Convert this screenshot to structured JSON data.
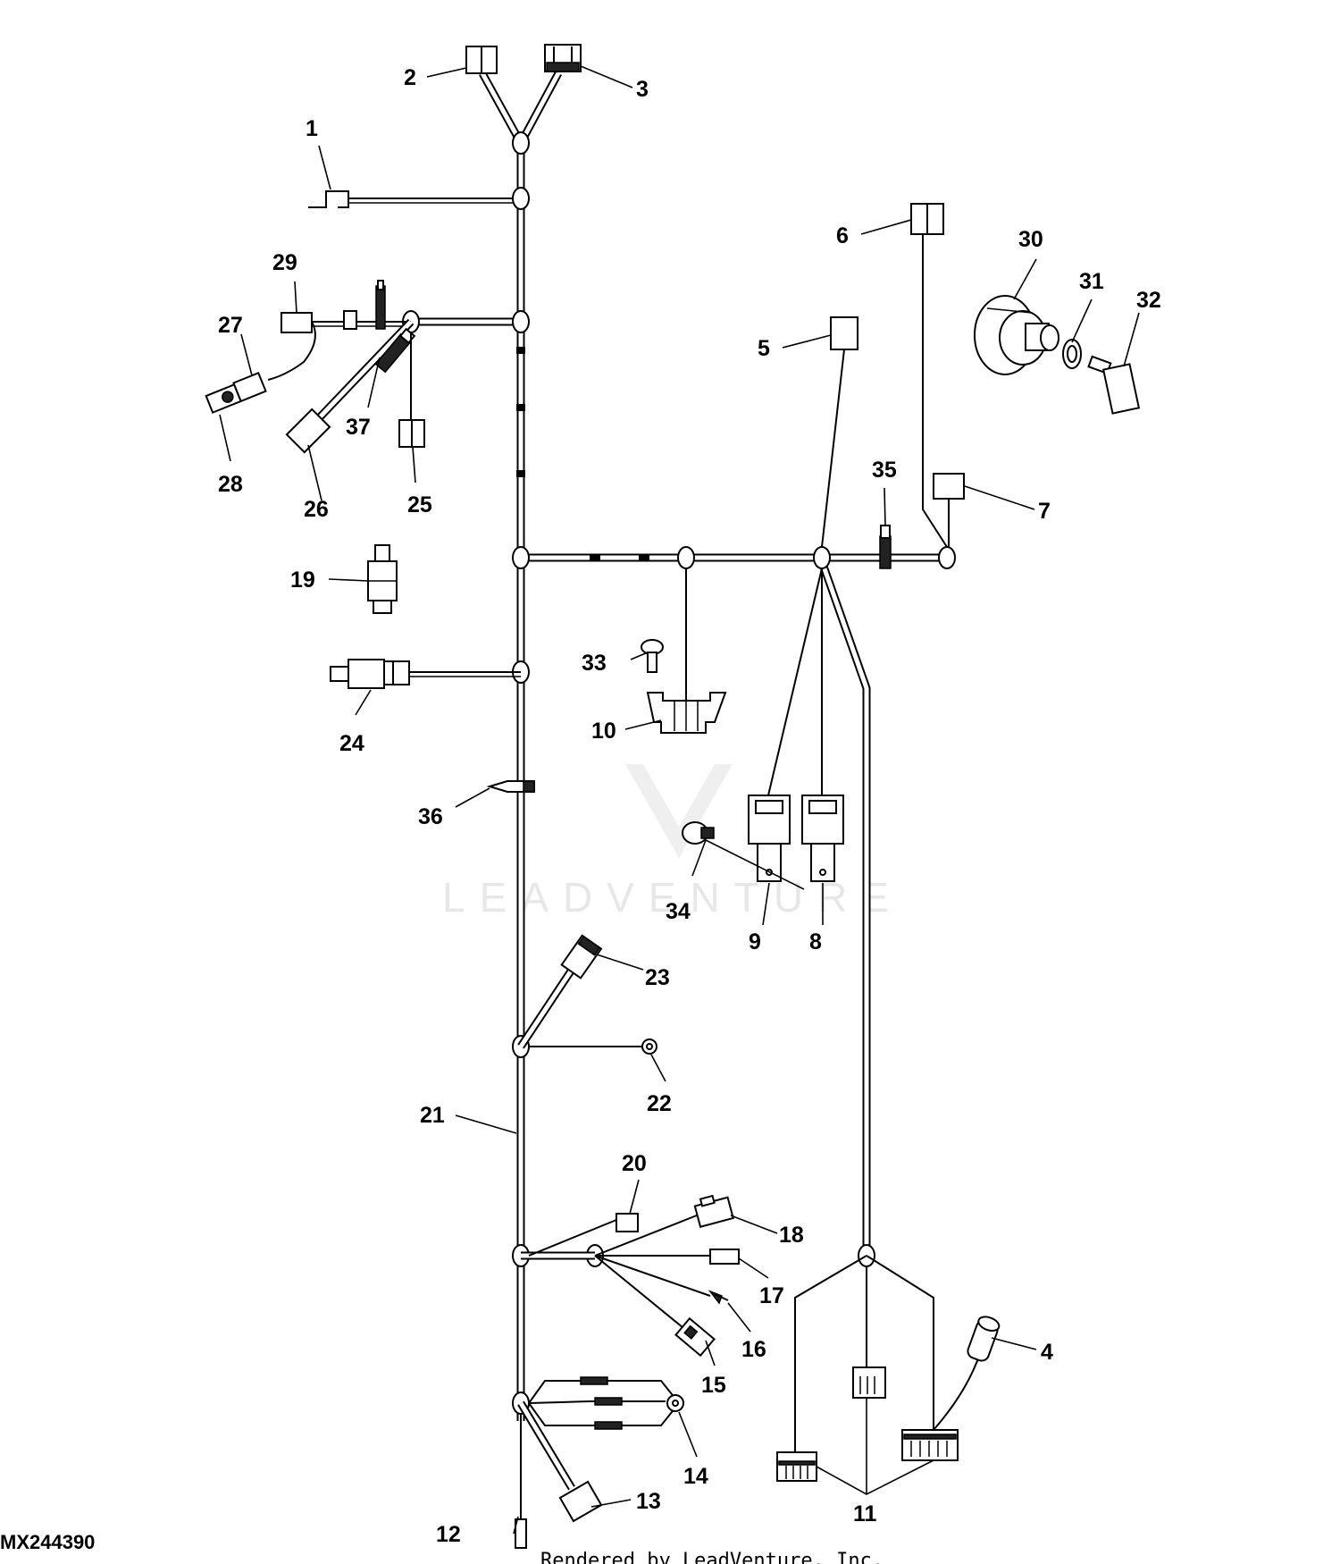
{
  "figure_id": "MX244390",
  "credit": "Rendered by LeadVenture, Inc.",
  "watermark": {
    "text": "LEADVENTURE",
    "logo": "lv-chevron-logo"
  },
  "callouts": [
    "1",
    "2",
    "3",
    "4",
    "5",
    "6",
    "7",
    "8",
    "9",
    "10",
    "11",
    "12",
    "13",
    "14",
    "15",
    "16",
    "17",
    "18",
    "19",
    "20",
    "21",
    "22",
    "23",
    "24",
    "25",
    "26",
    "27",
    "28",
    "29",
    "30",
    "31",
    "32",
    "33",
    "34",
    "35",
    "36",
    "37"
  ],
  "colors": {
    "line": "#000000",
    "background": "#ffffff",
    "watermark": "#d0d0d0"
  }
}
